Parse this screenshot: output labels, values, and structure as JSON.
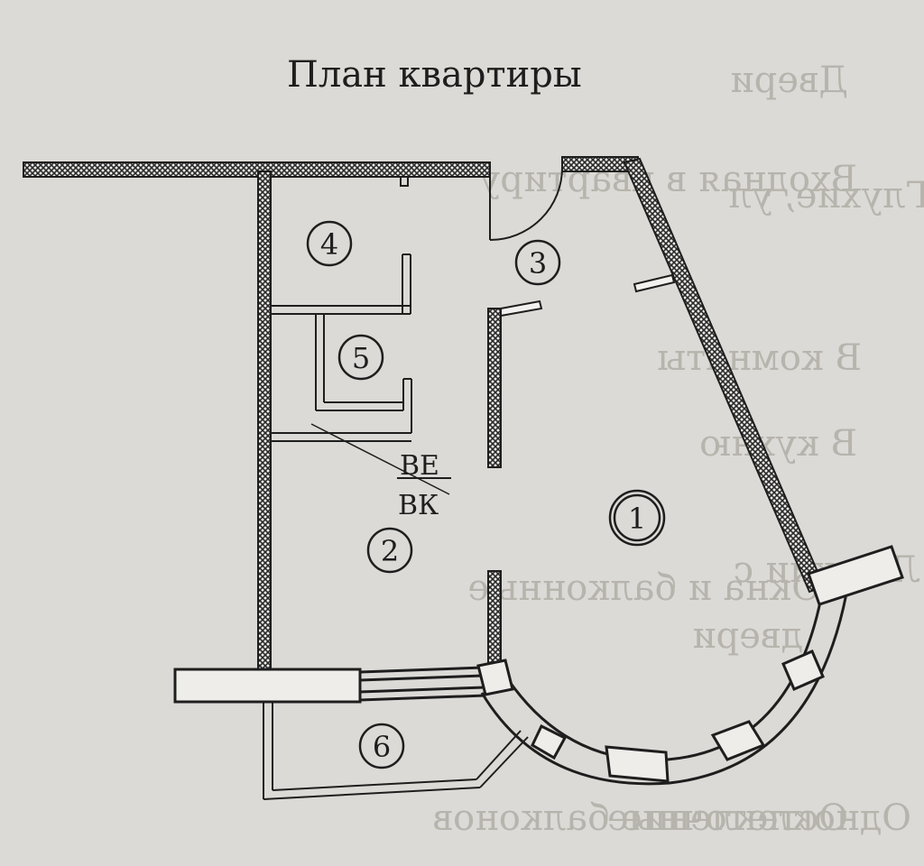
{
  "title": "План квартиры",
  "rooms": [
    {
      "id": "room-1",
      "label": "1",
      "double_circle": true
    },
    {
      "id": "room-2",
      "label": "2",
      "double_circle": false
    },
    {
      "id": "room-3",
      "label": "3",
      "double_circle": false
    },
    {
      "id": "room-4",
      "label": "4",
      "double_circle": false
    },
    {
      "id": "room-5",
      "label": "5",
      "double_circle": false
    },
    {
      "id": "room-6",
      "label": "6",
      "double_circle": false
    }
  ],
  "shaft_label": {
    "top": "ВЕ",
    "bottom": "ВК"
  },
  "background_text": [
    "Двери",
    "Входная в квартиру",
    "Глухие, ул",
    "В комнаты",
    "В кухню",
    "Лоджии с ",
    "Окна и балконные",
    "двери",
    "Остекление балконов",
    "Одноклеточные"
  ],
  "colors": {
    "paper": "#dcdad6",
    "ink": "#1e1e1e",
    "ghost_text": "#b7b4ad",
    "hatch_fill": "#5a5a5a"
  }
}
